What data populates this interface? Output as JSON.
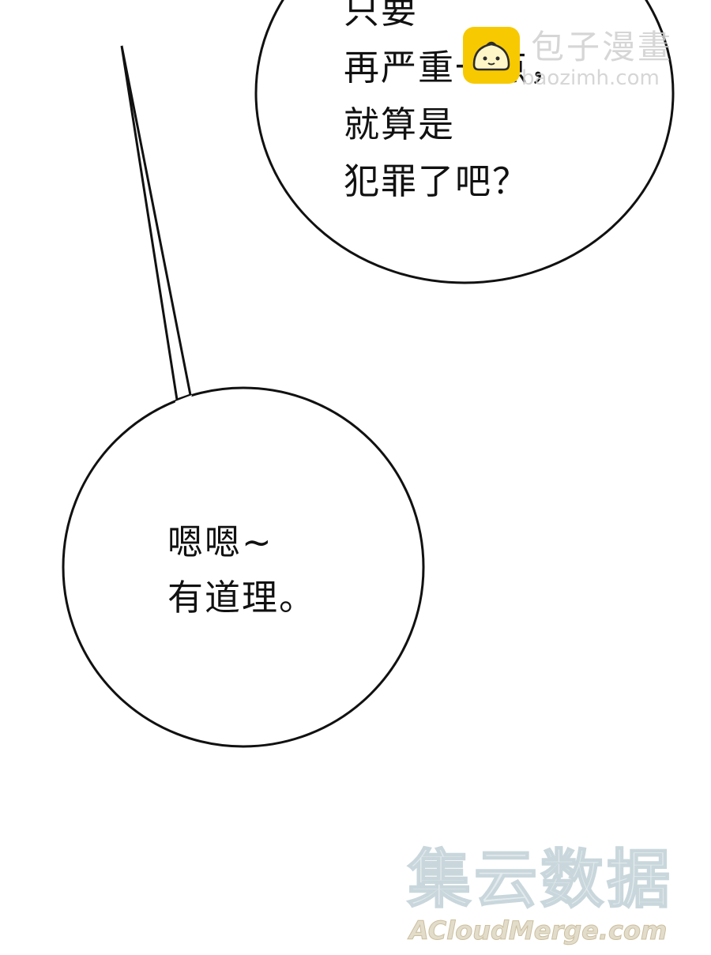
{
  "top_bubble": {
    "lines": [
      "只要",
      "再严重一点，",
      "就算是",
      "犯罪了吧？"
    ]
  },
  "bottom_bubble": {
    "lines": [
      "嗯嗯~",
      "有道理。"
    ]
  },
  "watermark_top": {
    "title": "包子漫畫",
    "url": "baozimh.com"
  },
  "watermark_bottom": {
    "title": "集云数据",
    "url": "ACloudMerge.com"
  },
  "colors": {
    "background": "#ffffff",
    "ink": "#111111",
    "badge": "#f7c900"
  }
}
